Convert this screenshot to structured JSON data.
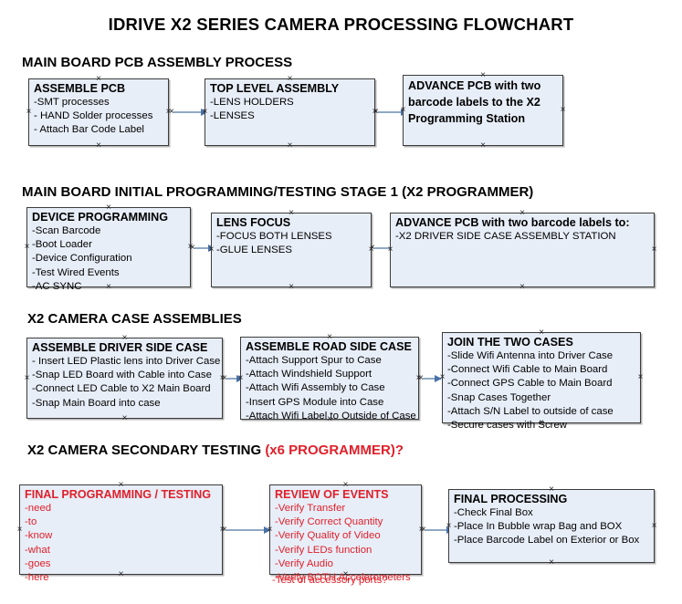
{
  "title": "IDRIVE X2  SERIES CAMERA PROCESSING FLOWCHART",
  "sections": [
    {
      "heading": "MAIN BOARD PCB ASSEMBLY PROCESS",
      "heading_red": "",
      "nodes": [
        {
          "header": "ASSEMBLE PCB",
          "lines": [
            "-SMT processes",
            "- HAND Solder processes",
            "- Attach Bar Code Label"
          ]
        },
        {
          "header": "TOP LEVEL ASSEMBLY",
          "lines": [
            "-LENS HOLDERS",
            "-LENSES"
          ]
        },
        {
          "header": "ADVANCE PCB with two barcode labels to the  X2 Programming Station",
          "lines": []
        }
      ]
    },
    {
      "heading": "MAIN BOARD INITIAL PROGRAMMING/TESTING STAGE 1 (X2 PROGRAMMER)",
      "heading_red": "",
      "nodes": [
        {
          "header": "DEVICE PROGRAMMING",
          "lines": [
            "-Scan Barcode",
            "-Boot Loader",
            "-Device Configuration",
            "-Test Wired Events",
            "-AC SYNC"
          ]
        },
        {
          "header": "LENS FOCUS",
          "lines": [
            "-FOCUS BOTH LENSES",
            "-GLUE LENSES"
          ]
        },
        {
          "header": "ADVANCE PCB with two barcode labels to:",
          "lines": [
            "-X2 DRIVER  SIDE  CASE  ASSEMBLY STATION"
          ]
        }
      ]
    },
    {
      "heading": "X2 CAMERA CASE ASSEMBLIES",
      "heading_red": "",
      "nodes": [
        {
          "header": "ASSEMBLE DRIVER SIDE CASE",
          "lines": [
            "- Insert LED Plastic lens into Driver Case",
            "-Snap LED Board with Cable into Case",
            "-Connect LED Cable to X2 Main Board",
            "-Snap Main Board into case"
          ]
        },
        {
          "header": "ASSEMBLE ROAD SIDE CASE",
          "lines": [
            "-Attach Support Spur to Case",
            "-Attach Windshield Support",
            "-Attach Wifi Assembly to Case",
            "-Insert GPS Module into Case",
            "-Attach Wifi Label to Outside of Case"
          ]
        },
        {
          "header": "JOIN THE TWO CASES",
          "lines": [
            "-Slide Wifi Antenna into Driver Case",
            "-Connect Wifi Cable to Main Board",
            "-Connect GPS Cable to Main Board",
            "-Snap Cases Together",
            "-Attach S/N Label to outside of case",
            "-Secure cases with Screw"
          ]
        }
      ]
    },
    {
      "heading": "X2 CAMERA SECONDARY TESTING ",
      "heading_red": "(x6 PROGRAMMER)?",
      "nodes": [
        {
          "header": "FINAL PROGRAMMING / TESTING",
          "lines": [
            "-need",
            "-to",
            "-know",
            "-what",
            "-goes",
            "-here"
          ]
        },
        {
          "header": "REVIEW OF EVENTS",
          "lines": [
            "-Verify Transfer",
            "-Verify Correct Quantity",
            "-Verify Quality of Video",
            "-Verify LEDs function",
            "-Verify Audio",
            "-Verify BOTH Accelerometers"
          ],
          "overflow_line": "-Test of accessory ports?"
        },
        {
          "header": "FINAL PROCESSING",
          "lines": [
            " -Check Final Box",
            "-Place In Bubble wrap Bag and BOX",
            "-Place Barcode Label on Exterior or Box"
          ]
        }
      ]
    }
  ],
  "colors": {
    "box_fill": "#e8eef8",
    "box_border": "#3b3b3b",
    "connector": "#8fa9c4",
    "arrow_head": "#4a72a8",
    "red_text": "#e0202a",
    "text": "#000000"
  }
}
